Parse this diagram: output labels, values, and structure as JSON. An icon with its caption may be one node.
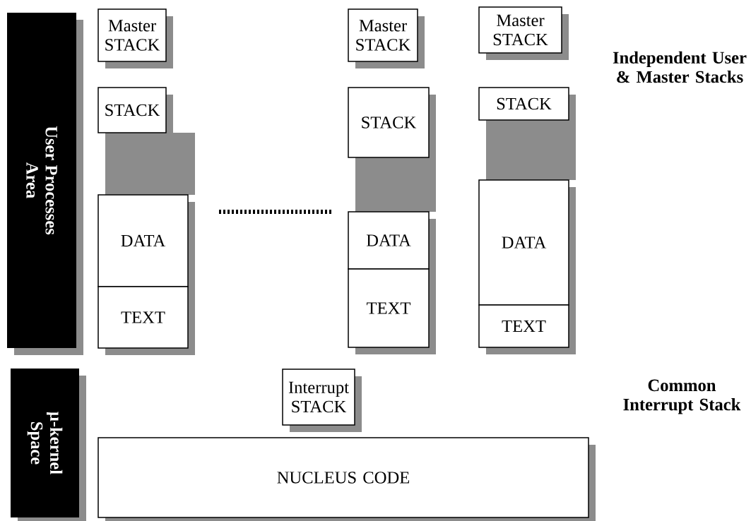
{
  "diagram": {
    "nodes": [
      {
        "text": [
          "User Processes Area"
        ]
      },
      {
        "text": [
          "Master STACK"
        ]
      },
      {
        "text": [
          "STACK"
        ]
      },
      {
        "text": [
          "DATA"
        ]
      },
      {
        "text": [
          "TEXT"
        ]
      },
      {
        "text": [
          "Master STACK"
        ]
      },
      {
        "text": [
          "STACK"
        ]
      },
      {
        "text": [
          "DATA"
        ]
      },
      {
        "text": [
          "TEXT"
        ]
      },
      {
        "text": [
          "Master STACK"
        ]
      },
      {
        "text": [
          "STACK"
        ]
      },
      {
        "text": [
          "DATA"
        ]
      },
      {
        "text": [
          "TEXT"
        ]
      },
      {
        "text": [
          "μ-kernel Space"
        ]
      },
      {
        "text": [
          "Interrupt STACK"
        ]
      },
      {
        "text": [
          "NUCLEUS CODE"
        ]
      }
    ],
    "labels": [
      "Independent User & Master Stacks",
      "Common Interrupt Stack"
    ]
  }
}
